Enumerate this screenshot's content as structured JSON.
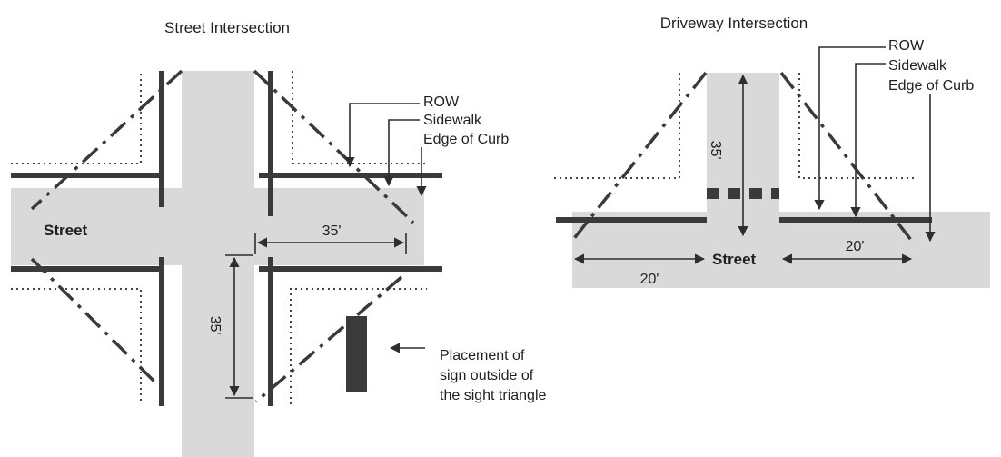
{
  "street_intersection": {
    "title": "Street Intersection",
    "street_label": "Street",
    "labels": {
      "row": "ROW",
      "sidewalk": "Sidewalk",
      "curb": "Edge of Curb"
    },
    "dim_horizontal": "35'",
    "dim_vertical": "35'",
    "sign_note": [
      "Placement of",
      "sign outside of",
      "the sight triangle"
    ]
  },
  "driveway_intersection": {
    "title": "Driveway Intersection",
    "street_label": "Street",
    "labels": {
      "row": "ROW",
      "sidewalk": "Sidewalk",
      "curb": "Edge of Curb"
    },
    "dim_vertical": "35'",
    "dim_left": "20'",
    "dim_right": "20'"
  },
  "colors": {
    "pavement": "#d9d9d9",
    "line": "#3a3a3a",
    "sign": "#3a3a3a",
    "background": "#ffffff"
  }
}
